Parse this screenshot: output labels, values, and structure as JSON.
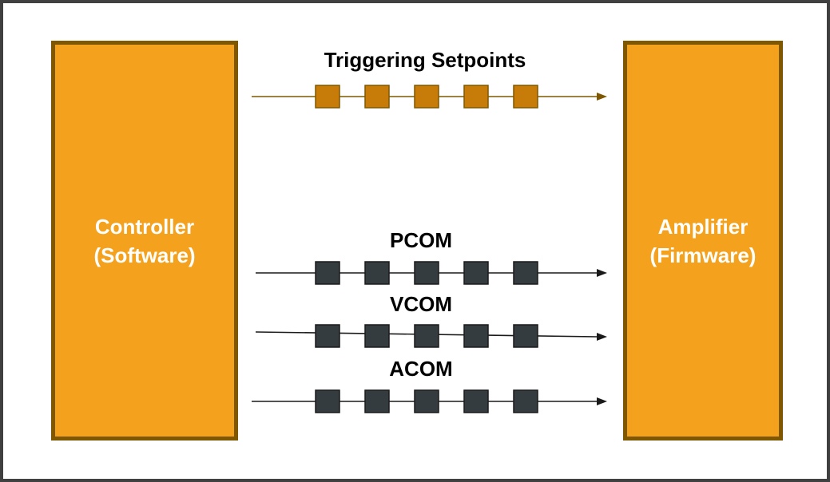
{
  "colors": {
    "block_fill": "#f4a21e",
    "block_border": "#7f5700",
    "setpoint_fill": "#c77b08",
    "setpoint_stroke": "#7f5700",
    "setpoint_line": "#7f5700",
    "com_fill": "#353c40",
    "com_stroke": "#1a1a1a",
    "com_line": "#1a1a1a",
    "frame": "#404040"
  },
  "controller": {
    "label": "Controller\n(Software)"
  },
  "amplifier": {
    "label": "Amplifier\n(Firmware)"
  },
  "channels": [
    {
      "title": "Triggering Setpoints",
      "style": "setpoint",
      "packet_count": 5
    },
    {
      "title": "PCOM",
      "style": "com",
      "packet_count": 5
    },
    {
      "title": "VCOM",
      "style": "com",
      "packet_count": 5
    },
    {
      "title": "ACOM",
      "style": "com",
      "packet_count": 5
    }
  ]
}
